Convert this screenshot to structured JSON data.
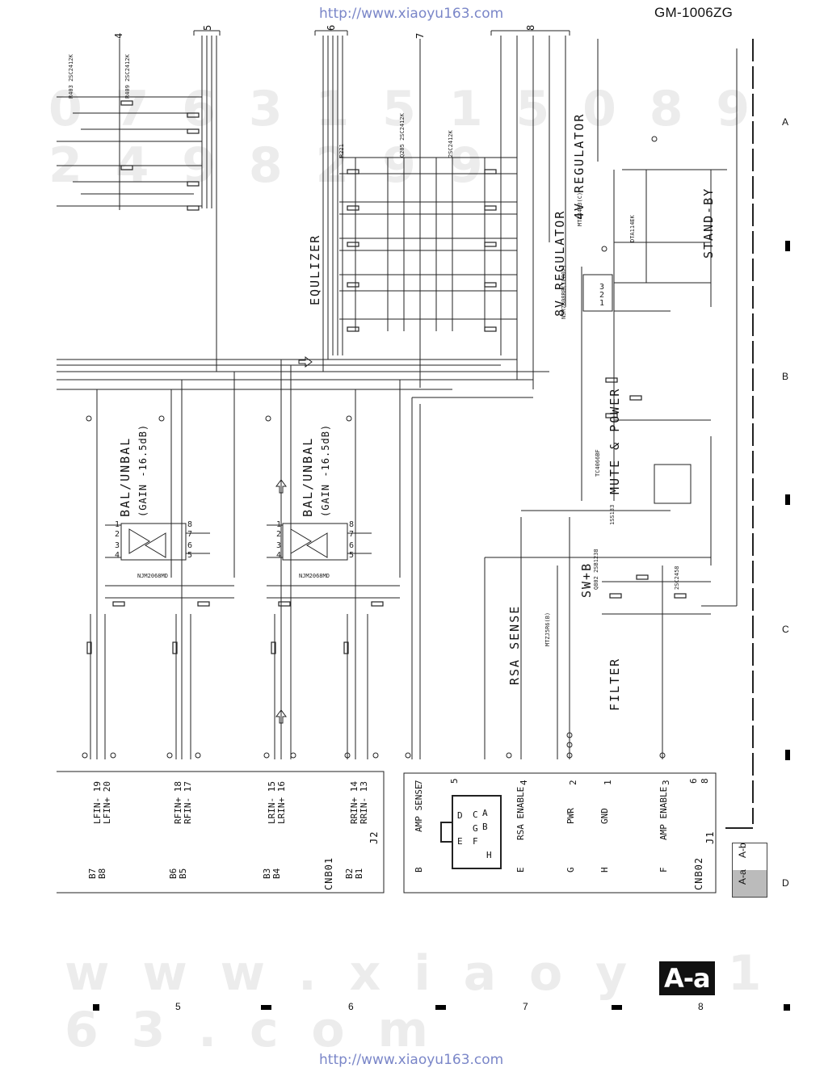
{
  "header": {
    "url_top": "http://www.xiaoyu163.com",
    "model": "GM-1006ZG",
    "url_bottom": "http://www.xiaoyu163.com"
  },
  "watermark": {
    "phone": "0 7 6 3 1 5 1 5 0   8 9 2 4 9 8 2 9 9",
    "site": "w w w . x i a o y u 1 6 3 . c o m"
  },
  "grid": {
    "rows": [
      "A",
      "B",
      "C",
      "D"
    ],
    "cols": [
      "5",
      "6",
      "7",
      "8"
    ]
  },
  "bus_numbers": {
    "b4": "4",
    "b5": "5",
    "b6": "6",
    "b7": "7",
    "b8": "8"
  },
  "blocks": {
    "equalizer": "EQULIZER",
    "reg8v": "8V REGULATOR",
    "reg4v": "4V REGULATOR",
    "standby": "STAND-BY",
    "mute": "MUTE & POWER",
    "swb": "SW+B",
    "rsa": "RSA SENSE",
    "filter": "FILTER",
    "bal1": "BAL/UNBAL",
    "bal2": "BAL/UNBAL",
    "gain1": "(GAIN -16.5dB)",
    "gain2": "(GAIN -16.5dB)",
    "ic1": "NJM2068MD",
    "ic2": "NJM2068MD"
  },
  "cn801": {
    "title": "CNB01",
    "j": "J2",
    "pins": [
      {
        "b": "B7",
        "sig": "LFIN- 19"
      },
      {
        "b": "B8",
        "sig": "LFIN+ 20"
      },
      {
        "b": "B6",
        "sig": "RFIN+ 18"
      },
      {
        "b": "B5",
        "sig": "RFIN- 17"
      },
      {
        "b": "B3",
        "sig": "LRIN- 15"
      },
      {
        "b": "B4",
        "sig": "LRIN+ 16"
      },
      {
        "b": "B2",
        "sig": "RRIN+ 14"
      },
      {
        "b": "B1",
        "sig": "RRIN- 13"
      }
    ]
  },
  "cn802": {
    "title": "CNB02",
    "j": "J1",
    "pins": [
      {
        "letter": "B",
        "num": "7",
        "sig": "AMP SENSE"
      },
      {
        "letter": "E",
        "num": "4",
        "sig": "RSA ENABLE"
      },
      {
        "letter": "G",
        "num": "2",
        "sig": "PWR"
      },
      {
        "letter": "H",
        "num": "1",
        "sig": "GND"
      },
      {
        "letter": "F",
        "num": "3",
        "sig": "AMP ENABLE"
      }
    ],
    "extra_nums": [
      "5",
      "6",
      "8"
    ],
    "connector_letters": [
      "D",
      "C",
      "A",
      "B",
      "E",
      "F",
      "G",
      "H"
    ]
  },
  "ab_toggle": {
    "top": "A-b",
    "bottom": "A-a"
  },
  "page_badge": "A-a"
}
